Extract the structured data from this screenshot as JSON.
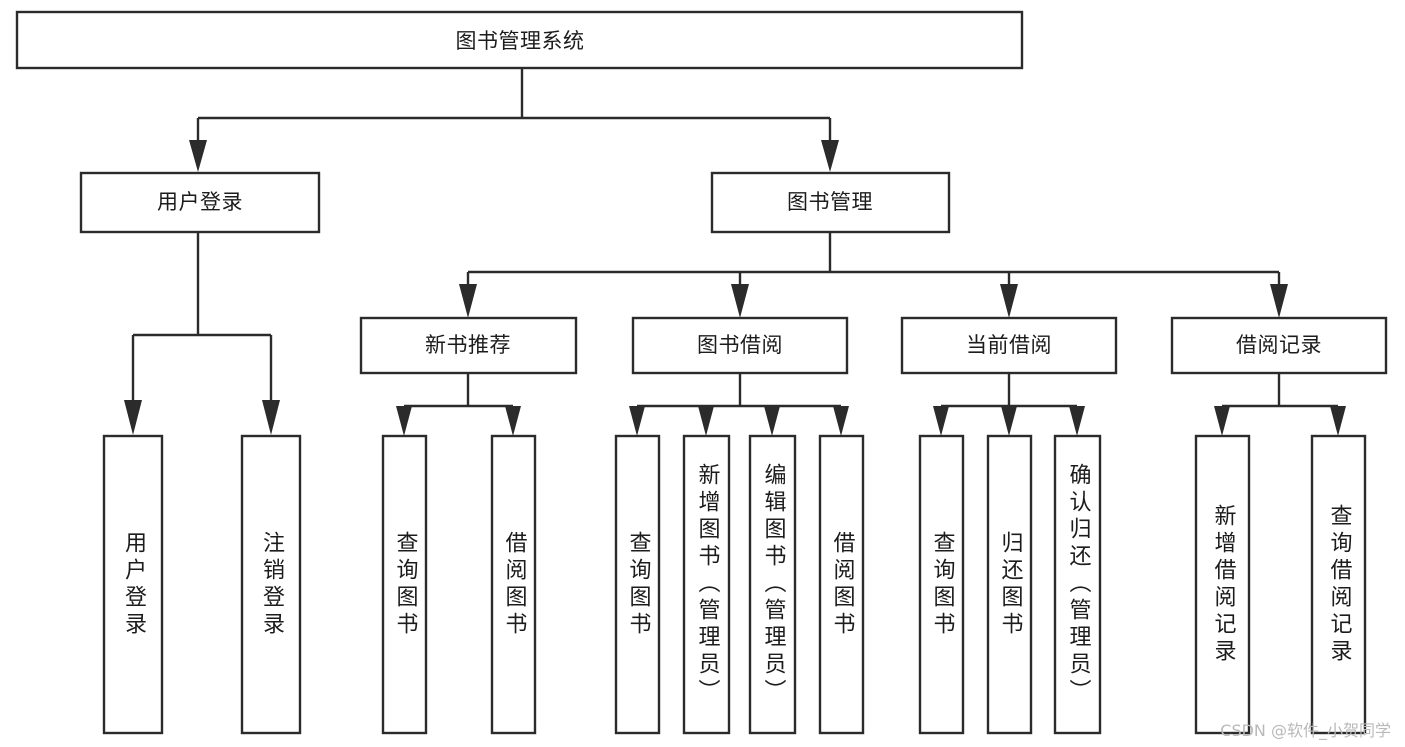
{
  "diagram": {
    "type": "hierarchy-tree",
    "title": "图书管理系统",
    "orientation": "top-down",
    "colors": {
      "stroke": "#2b2b2b",
      "fill": "#ffffff",
      "text": "#1c1c1c",
      "watermark": "#b9b9b9"
    },
    "levels": {
      "root": "图书管理系统",
      "level1": [
        "用户登录",
        "图书管理"
      ],
      "level2": [
        "新书推荐",
        "图书借阅",
        "当前借阅",
        "借阅记录"
      ]
    },
    "root": {
      "label": "图书管理系统"
    },
    "branches": [
      {
        "label": "用户登录",
        "children": [
          "用户登录",
          "注销登录"
        ]
      },
      {
        "label": "图书管理",
        "children": [
          {
            "label": "新书推荐",
            "children": [
              "查询图书",
              "借阅图书"
            ]
          },
          {
            "label": "图书借阅",
            "children": [
              "查询图书",
              "新增图书（管理员）",
              "编辑图书（管理员）",
              "借阅图书"
            ]
          },
          {
            "label": "当前借阅",
            "children": [
              "查询图书",
              "归还图书",
              "确认归还（管理员）"
            ]
          },
          {
            "label": "借阅记录",
            "children": [
              "新增借阅记录",
              "查询借阅记录"
            ]
          }
        ]
      }
    ],
    "nodes": {
      "root": "图书管理系统",
      "user_login": "用户登录",
      "book_manage": "图书管理",
      "new_book_rec": "新书推荐",
      "book_borrow": "图书借阅",
      "current_borrow": "当前借阅",
      "borrow_record": "借阅记录"
    },
    "leaves": {
      "l1": "用户登录",
      "l2": "注销登录",
      "l3": "查询图书",
      "l4": "借阅图书",
      "l5": "查询图书",
      "l6": "新增图书（管理员）",
      "l7": "编辑图书（管理员）",
      "l8": "借阅图书",
      "l9": "查询图书",
      "l10": "归还图书",
      "l11": "确认归还（管理员）",
      "l12": "新增借阅记录",
      "l13": "查询借阅记录"
    }
  },
  "watermark": {
    "text": "CSDN @软件_小贺同学"
  }
}
